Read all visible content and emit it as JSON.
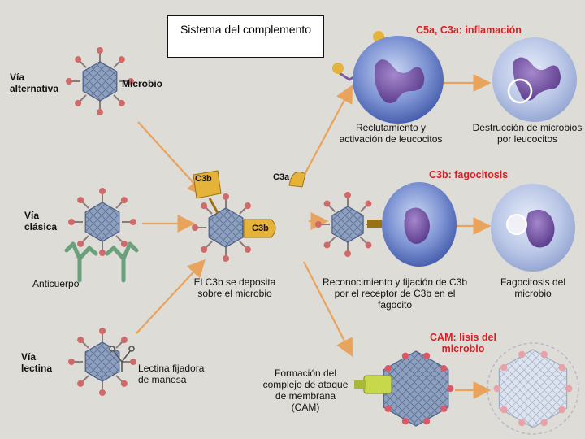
{
  "title": "Sistema del complemento",
  "pathways": {
    "alternative": "Vía alternativa",
    "classical": "Vía clásica",
    "lectin": "Vía lectina"
  },
  "labels": {
    "microbe": "Microbio",
    "antibody": "Anticuerpo",
    "mbl": "Lectina fijadora de manosa",
    "c3b_deposit": "El C3b se deposita sobre el microbio",
    "c3b_tag": "C3b",
    "c3a_tag": "C3a",
    "c3b_tag2": "C3b",
    "mac_formation": "Formación del complejo de ataque de membrana (CAM)"
  },
  "outcomes": {
    "inflammation": {
      "heading": "C5a, C3a: inflamación",
      "step1": "Reclutamiento y activación de leucocitos",
      "step2": "Destrucción de microbios por leucocitos"
    },
    "phagocytosis": {
      "heading": "C3b: fagocitosis",
      "step1": "Reconocimiento y fijación de C3b por el receptor de C3b en el fagocito",
      "step2": "Fagocitosis del microbio"
    },
    "lysis": {
      "heading": "CAM: lisis del microbio"
    }
  },
  "colors": {
    "accent_red": "#d81f26",
    "arrow_orange": "#e8a35c",
    "microbe_blue": "#7f93b5",
    "microbe_spike": "#d06a6a",
    "cell_blue": "#5f76c0",
    "nucleus_purple": "#6c4a9e",
    "antibody_green": "#7fb08c",
    "c3b_tan": "#d8a430",
    "mac_green": "#c7d84a"
  }
}
